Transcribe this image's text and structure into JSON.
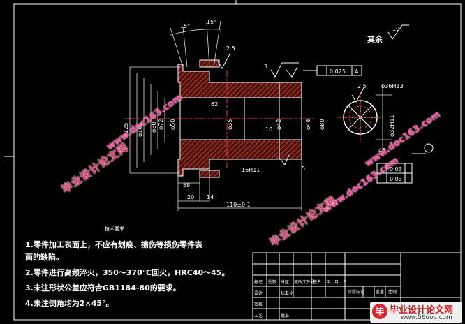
{
  "drawing": {
    "surface_note": "其余",
    "surface_roughness_general": "10",
    "roughness_top": "2.5",
    "roughness_right": "2.5",
    "roughness_center": "10",
    "angle_1": "15°",
    "angle_2": "15°",
    "dim_62": "62",
    "dim_phi72": "φ72",
    "dim_phi80": "φ80",
    "dim_phi48": "φ48",
    "dim_phi42": "φ42",
    "dim_phi35": "φ35",
    "dim_phi50": "φ50",
    "dim_phi105": "φ105",
    "dim_phi125": "φ125",
    "dim_phi80_side": "φ80",
    "dim_58": "58",
    "dim_16h11": "16H11",
    "dim_20": "20",
    "dim_14": "14",
    "dim_110": "110±0.1",
    "dim_3": "3",
    "dim_5": "5",
    "dim_phi36h13": "φ36H13",
    "dim_phi32h11": "φ32H11",
    "dim_48": "48",
    "tol_025": "0.025",
    "tol_A": "A",
    "tol_003a": "0.03",
    "tol_003b": "0.03",
    "tech_req_title": "技术要求",
    "notes": [
      "1.零件加工表面上，不应有划痕、擦伤等损伤零件表",
      "面的缺陷。",
      "2.零件进行高频淬火，350～370℃回火，HRC40～45。",
      "3.未注形状公差应符合GB1184-80的要求。",
      "4.未注倒角均为2×45°。"
    ]
  },
  "title_block": {
    "labels": [
      "标记",
      "处数",
      "分区",
      "更改文件号",
      "签名",
      "年、月、日",
      "阶段标记",
      "重量",
      "比例",
      "设计",
      "标准化",
      "审核",
      "工艺",
      "批准"
    ]
  },
  "watermarks": {
    "cn": "毕业设计论文网",
    "url": "www.doc163.com"
  },
  "brand": {
    "logo_text": "毕",
    "name": "毕业设计论文网",
    "url": "www.56doc.com"
  },
  "colors": {
    "background": "#000000",
    "line": "#ffffff",
    "hatch": "#c0342a",
    "dim": "#e8e8e8",
    "center": "#e33b2f",
    "accent": "#3a6bff",
    "watermark": "#e23a6a"
  }
}
